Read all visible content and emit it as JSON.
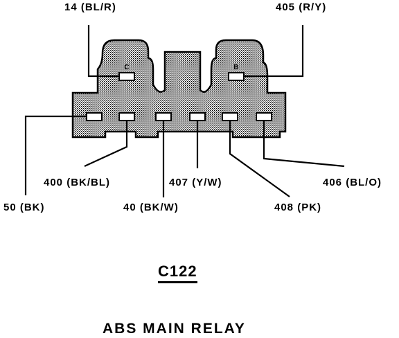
{
  "connector_id": "C122",
  "caption": "ABS MAIN RELAY",
  "pins": [
    {
      "letter": "C",
      "wire": "14 (BL/R)"
    },
    {
      "letter": "B",
      "wire": "405 (R/Y)"
    },
    {
      "letter": "",
      "wire": "50 (BK)"
    },
    {
      "letter": "",
      "wire": "400 (BK/BL)"
    },
    {
      "letter": "",
      "wire": "40 (BK/W)"
    },
    {
      "letter": "",
      "wire": "407 (Y/W)"
    },
    {
      "letter": "",
      "wire": "408 (PK)"
    },
    {
      "letter": "",
      "wire": "406 (BL/O)"
    }
  ]
}
